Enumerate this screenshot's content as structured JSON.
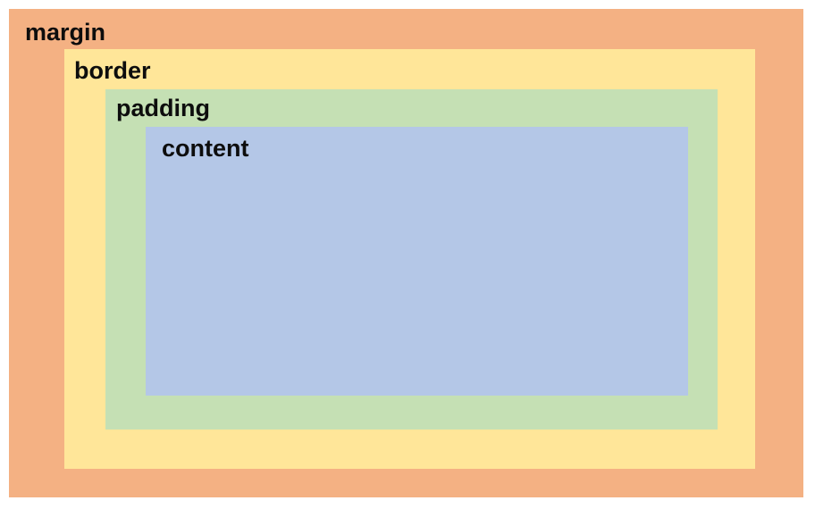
{
  "diagram": {
    "name": "css-box-model",
    "background_color": "#FFFFFF",
    "text_color": "#0D0D0D",
    "boxes": [
      {
        "id": "margin",
        "label": "margin",
        "color": "#F4B183"
      },
      {
        "id": "border",
        "label": "border",
        "color": "#FFE699"
      },
      {
        "id": "padding",
        "label": "padding",
        "color": "#C5E0B4"
      },
      {
        "id": "content",
        "label": "content",
        "color": "#B4C7E7"
      }
    ]
  }
}
